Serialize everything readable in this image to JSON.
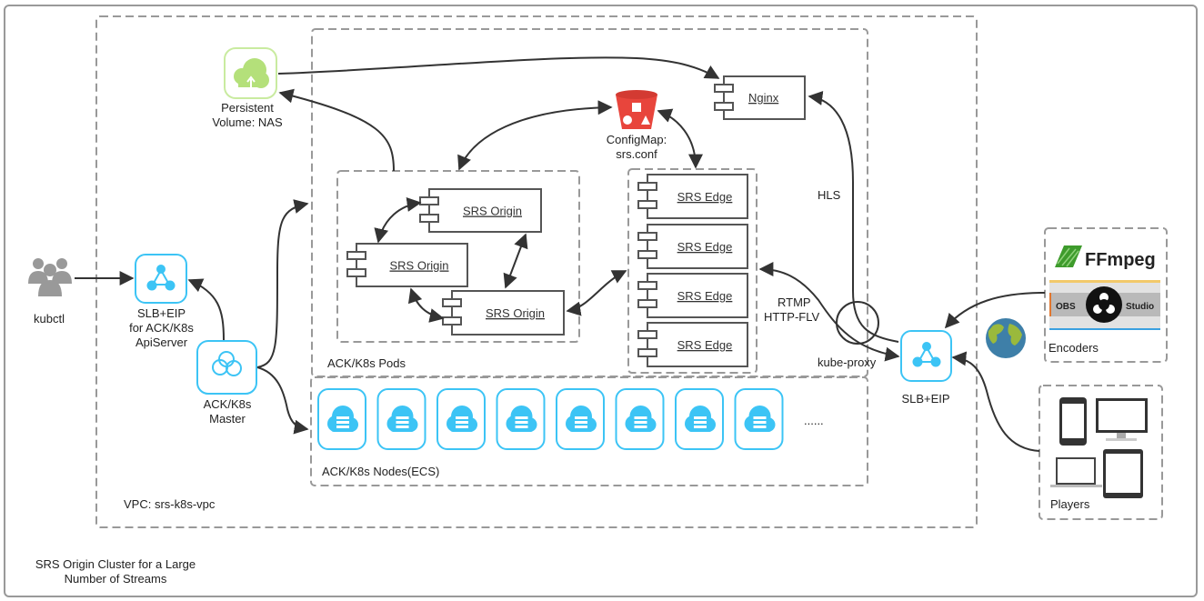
{
  "title": "SRS Origin Cluster for a Large Number of Streams",
  "title_lines": [
    "SRS Origin Cluster for a Large",
    "Number of Streams"
  ],
  "vpc_label": "VPC: srs-k8s-vpc",
  "pods_label": "ACK/K8s Pods",
  "nodes_label": "ACK/K8s Nodes(ECS)",
  "nodes_ellipsis": "......",
  "node_count": 8,
  "kubectl": {
    "label": "kubctl",
    "icon": "users-icon"
  },
  "api_slb": {
    "lines": [
      "SLB+EIP",
      "for ACK/K8s",
      "ApiServer"
    ],
    "icon": "load-balancer-icon"
  },
  "master": {
    "lines": [
      "ACK/K8s",
      "Master"
    ],
    "icon": "cloud-cluster-icon"
  },
  "nas": {
    "lines": [
      "Persistent",
      "Volume: NAS"
    ],
    "icon": "cloud-upload-icon"
  },
  "configmap": {
    "lines": [
      "ConfigMap:",
      "srs.conf"
    ],
    "icon": "bucket-icon"
  },
  "nginx": {
    "label": "Nginx"
  },
  "origins": [
    {
      "label": "SRS Origin"
    },
    {
      "label": "SRS Origin"
    },
    {
      "label": "SRS Origin"
    }
  ],
  "edges": [
    {
      "label": "SRS Edge"
    },
    {
      "label": "SRS Edge"
    },
    {
      "label": "SRS Edge"
    },
    {
      "label": "SRS Edge"
    }
  ],
  "protocols": {
    "hls": "HLS",
    "rtmp": "RTMP",
    "flv": "HTTP-FLV",
    "proxy": "kube-proxy"
  },
  "public_slb": {
    "label": "SLB+EIP",
    "icon": "load-balancer-icon"
  },
  "internet": {
    "icon": "globe-icon"
  },
  "encoders": {
    "label": "Encoders",
    "items": [
      "FFmpeg",
      "OBS",
      "Studio"
    ]
  },
  "players": {
    "label": "Players",
    "devices": [
      "phone",
      "monitor",
      "laptop",
      "tablet"
    ]
  },
  "colors": {
    "blue": "#3cc4f5",
    "green": "#b4e07a",
    "red": "#e8453c",
    "dash": "#999999",
    "arrow": "#333333",
    "ffmpeg": "#3e9b2c"
  }
}
